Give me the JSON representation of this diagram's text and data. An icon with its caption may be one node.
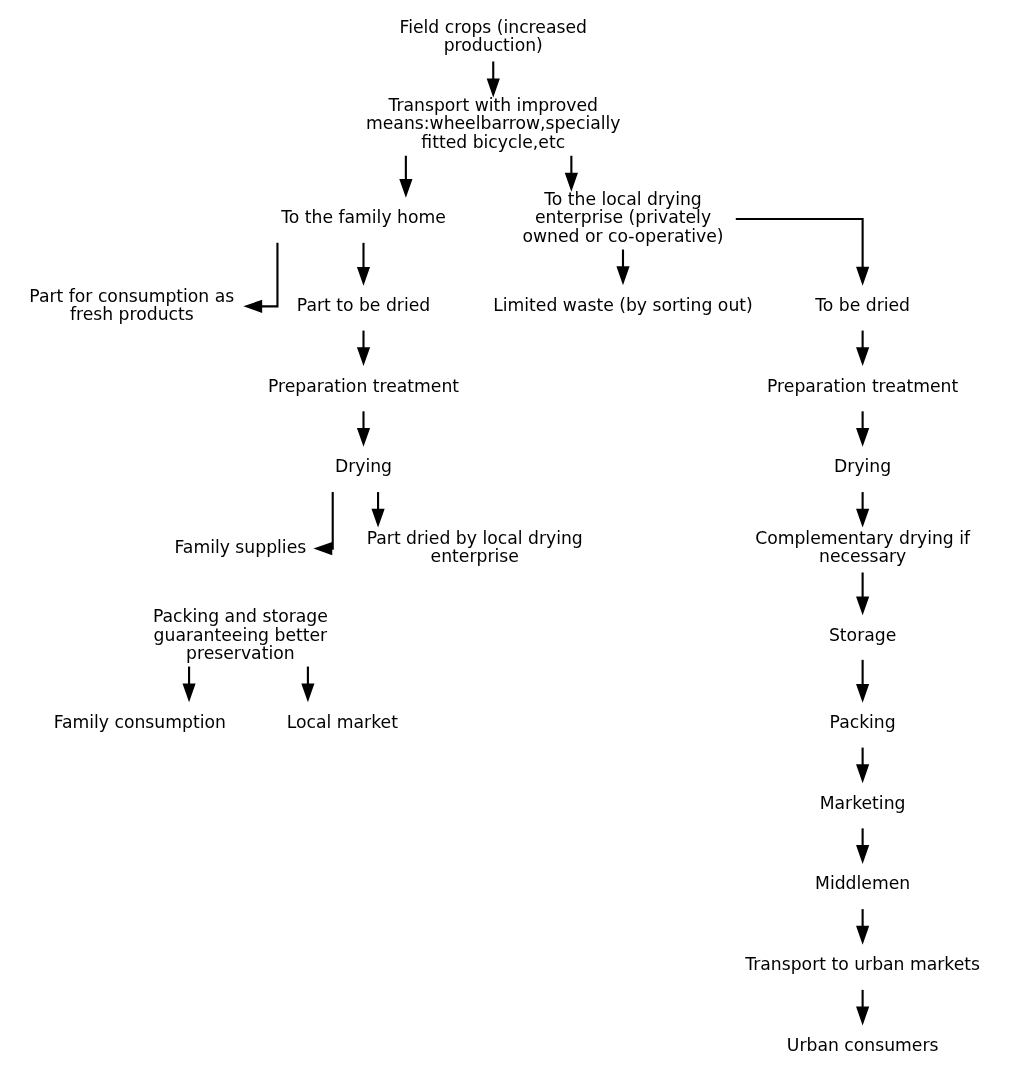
{
  "diagram": {
    "nodes": [
      {
        "text": [
          "Field crops (increased production)"
        ]
      },
      {
        "text": [
          "Transport with improved means:wheelbarrow,specially fitted bicycle,etc"
        ]
      },
      {
        "text": [
          "To the family home"
        ]
      },
      {
        "text": [
          "To the local drying enterprise (privately owned or co-operative)"
        ]
      },
      {
        "text": [
          "Part for consumption as fresh products"
        ]
      },
      {
        "text": [
          "Part to be dried"
        ]
      },
      {
        "text": [
          "Limited waste (by sorting out)"
        ]
      },
      {
        "text": [
          "To be dried"
        ]
      },
      {
        "text": [
          "Preparation treatment"
        ]
      },
      {
        "text": [
          "Drying"
        ]
      },
      {
        "text": [
          "Family supplies"
        ]
      },
      {
        "text": [
          "Part dried by local drying enterprise"
        ]
      },
      {
        "text": [
          "Packing and storage guaranteeing better preservation"
        ]
      },
      {
        "text": [
          "Family consumption"
        ]
      },
      {
        "text": [
          "Local market"
        ]
      },
      {
        "text": [
          "Preparation treatment"
        ]
      },
      {
        "text": [
          "Drying"
        ]
      },
      {
        "text": [
          "Complementary drying if necessary"
        ]
      },
      {
        "text": [
          "Storage"
        ]
      },
      {
        "text": [
          "Packing"
        ]
      },
      {
        "text": [
          "Marketing"
        ]
      },
      {
        "text": [
          "Middlemen"
        ]
      },
      {
        "text": [
          "Transport to urban markets"
        ]
      },
      {
        "text": [
          "Urban consumers"
        ]
      }
    ],
    "edges": [
      {
        "from": 0,
        "to": 1,
        "arrow": "to"
      },
      {
        "from": 1,
        "to": 2,
        "arrow": "to"
      },
      {
        "from": 1,
        "to": 3,
        "arrow": "to"
      },
      {
        "from": 2,
        "to": 4,
        "arrow": "to"
      },
      {
        "from": 2,
        "to": 5,
        "arrow": "to"
      },
      {
        "from": 3,
        "to": 6,
        "arrow": "to"
      },
      {
        "from": 3,
        "to": 7,
        "arrow": "to"
      },
      {
        "from": 5,
        "to": 8,
        "arrow": "to"
      },
      {
        "from": 8,
        "to": 9,
        "arrow": "to"
      },
      {
        "from": 9,
        "to": 10,
        "arrow": "to"
      },
      {
        "from": 9,
        "to": 11,
        "arrow": "to"
      },
      {
        "from": 12,
        "to": 13,
        "arrow": "to"
      },
      {
        "from": 12,
        "to": 14,
        "arrow": "to"
      },
      {
        "from": 7,
        "to": 15,
        "arrow": "to"
      },
      {
        "from": 15,
        "to": 16,
        "arrow": "to"
      },
      {
        "from": 16,
        "to": 17,
        "arrow": "to"
      },
      {
        "from": 17,
        "to": 18,
        "arrow": "to"
      },
      {
        "from": 18,
        "to": 19,
        "arrow": "to"
      },
      {
        "from": 19,
        "to": 20,
        "arrow": "to"
      },
      {
        "from": 20,
        "to": 21,
        "arrow": "to"
      },
      {
        "from": 21,
        "to": 22,
        "arrow": "to"
      },
      {
        "from": 22,
        "to": 23,
        "arrow": "to"
      }
    ]
  }
}
